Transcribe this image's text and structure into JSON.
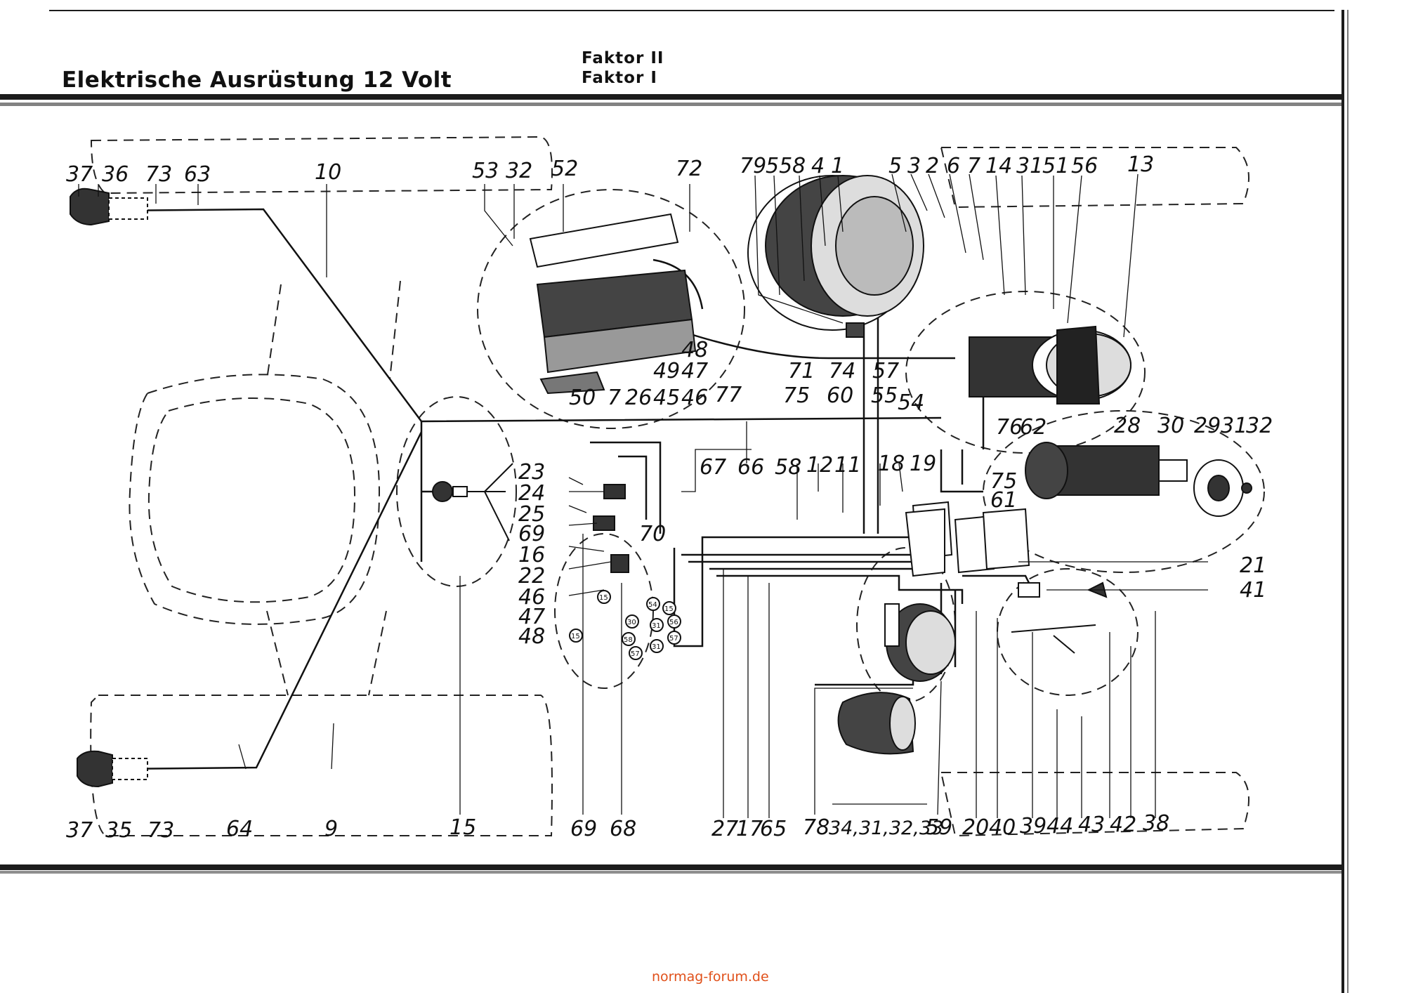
{
  "header": {
    "title": "Elektrische Ausrüstung 12 Volt",
    "faktor_line1": "Faktor II",
    "faktor_line2": "Faktor I"
  },
  "footer": {
    "source": "normag-forum.de"
  },
  "labels": {
    "l37a": "37",
    "l36": "36",
    "l73a": "73",
    "l63": "63",
    "l10": "10",
    "l53": "53",
    "l32a": "32",
    "l52": "52",
    "l72": "72",
    "l79": "79",
    "l55a": "55",
    "l8": "8",
    "l4": "4",
    "l1": "1",
    "l5": "5",
    "l3": "3",
    "l2": "2",
    "l6": "6",
    "l7a": "7",
    "l14": "14",
    "l31a": "31",
    "l51": "51",
    "l56": "56",
    "l13": "13",
    "l48a": "48",
    "l49": "49",
    "l47a": "47",
    "l71": "71",
    "l74": "74",
    "l57": "57",
    "l50": "50",
    "l7b": "7",
    "l26": "26",
    "l45": "45",
    "l46a": "46",
    "l77": "77",
    "l75a": "75",
    "l60": "60",
    "l55b": "55",
    "l54": "54",
    "l76": "76",
    "l62": "62",
    "l28": "28",
    "l30": "30",
    "l29": "29",
    "l31b": "31",
    "l32b": "32",
    "l23": "23",
    "l24": "24",
    "l25": "25",
    "l69a": "69",
    "l16": "16",
    "l22": "22",
    "l46b": "46",
    "l47b": "47",
    "l48b": "48",
    "l70": "70",
    "l67": "67",
    "l66": "66",
    "l58": "58",
    "l12": "12",
    "l11": "11",
    "l18": "18",
    "l19": "19",
    "l75b": "75",
    "l61": "61",
    "l21": "21",
    "l41": "41",
    "l37b": "37",
    "l35": "35",
    "l73b": "73",
    "l64": "64",
    "l9": "9",
    "l15": "15",
    "l69b": "69",
    "l68": "68",
    "l27": "27",
    "l17": "17",
    "l65": "65",
    "l78": "78",
    "l34grp": "34,31,32,33",
    "l59": "59",
    "l20": "20",
    "l40": "40",
    "l39": "39",
    "l44": "44",
    "l43": "43",
    "l42": "42",
    "l38": "38"
  },
  "switch_pins": {
    "p1": "54",
    "p2": "15",
    "p3": "31",
    "p4": "56",
    "p5": "57",
    "p6": "30",
    "p7": "58",
    "p8": "31",
    "p9": "57",
    "p10": "15",
    "p11": "15"
  }
}
